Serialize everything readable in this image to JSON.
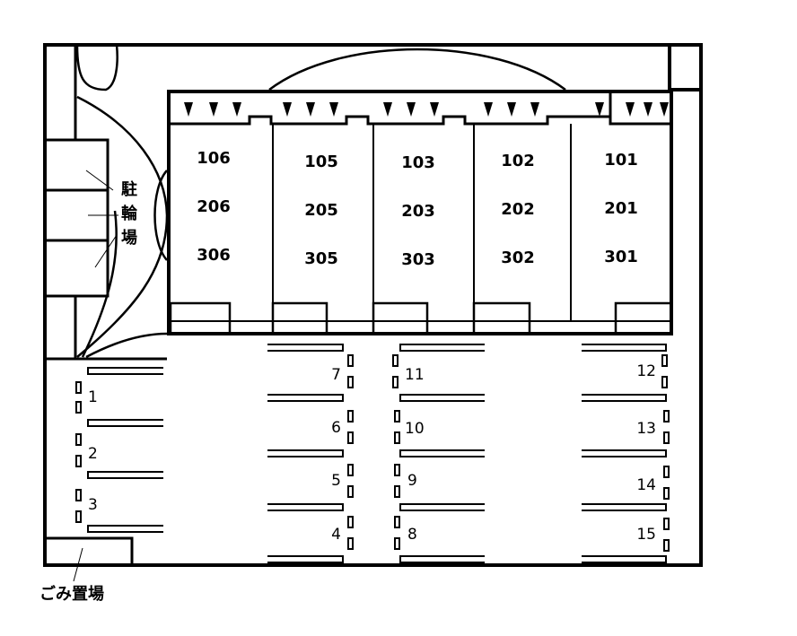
{
  "building": {
    "columns": [
      {
        "rooms": [
          "106",
          "206",
          "306"
        ]
      },
      {
        "rooms": [
          "105",
          "205",
          "305"
        ]
      },
      {
        "rooms": [
          "103",
          "203",
          "303"
        ]
      },
      {
        "rooms": [
          "102",
          "202",
          "302"
        ]
      },
      {
        "rooms": [
          "101",
          "201",
          "301"
        ]
      }
    ]
  },
  "bicycle_parking": {
    "chars": [
      "駐",
      "輪",
      "場"
    ]
  },
  "garbage_area": {
    "label": "ごみ置場"
  },
  "parking": {
    "spaces": [
      "1",
      "2",
      "3",
      "4",
      "5",
      "6",
      "7",
      "8",
      "9",
      "10",
      "11",
      "12",
      "13",
      "14",
      "15"
    ]
  },
  "colors": {
    "line": "#000000",
    "background": "#ffffff"
  }
}
